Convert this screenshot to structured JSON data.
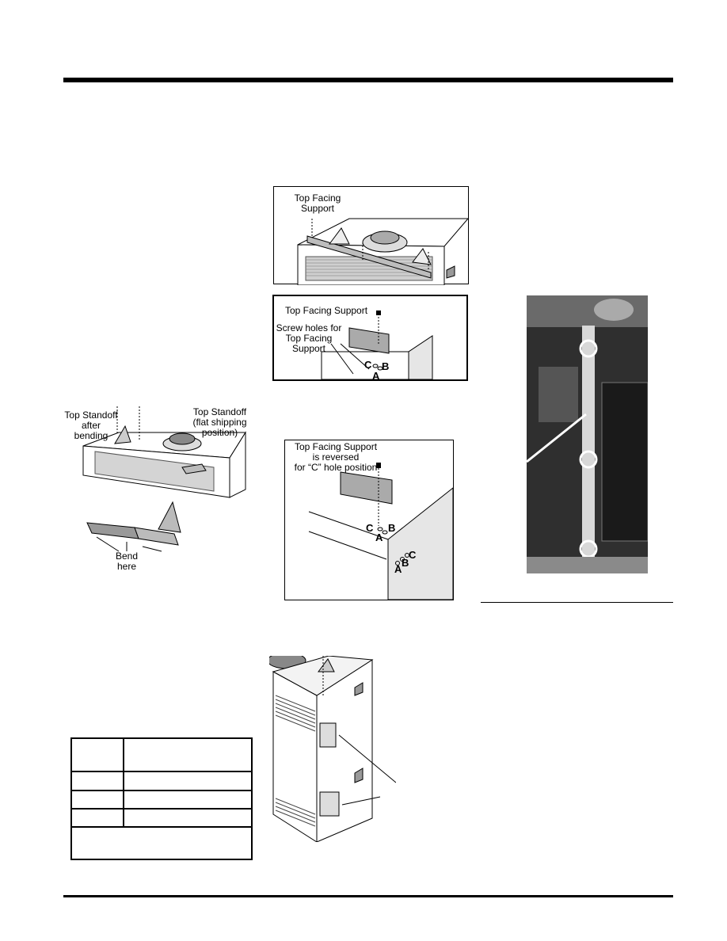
{
  "figures": {
    "fig_top_facing": {
      "label": "Top Facing\nSupport"
    },
    "fig_screw_holes": {
      "label_support": "Top Facing Support",
      "label_holes": "Screw holes for\nTop Facing\nSupport",
      "hole_c": "C",
      "hole_b": "B",
      "hole_a": "A"
    },
    "fig_standoff": {
      "label_after": "Top Standoff\nafter bending",
      "label_flat": "Top Standoff\n(flat shipping\nposition)",
      "label_bend": "Bend\nhere"
    },
    "fig_reversed": {
      "label": "Top Facing Support\nis reversed\nfor “C” hole position",
      "hole_c": "C",
      "hole_b": "B",
      "hole_a": "A",
      "side_a": "A",
      "side_b": "B",
      "side_c": "C"
    }
  },
  "colors": {
    "rule": "#000000",
    "photo_dark": "#3a3a3a",
    "photo_strip": "#d8d8d8"
  }
}
